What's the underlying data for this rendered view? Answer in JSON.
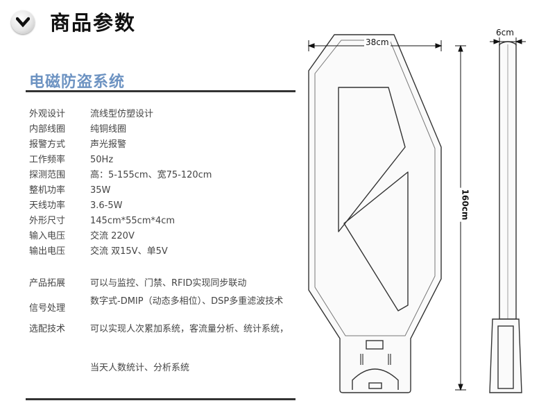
{
  "header": {
    "title": "商品参数",
    "icon": "chevron-down-icon"
  },
  "section": {
    "title": "电磁防盗系统"
  },
  "specs": [
    {
      "key": "外观设计",
      "value": "流线型仿塑设计"
    },
    {
      "key": "内部线圈",
      "value": "纯铜线圈"
    },
    {
      "key": "报警方式",
      "value": "声光报警"
    },
    {
      "key": "工作频率",
      "value": "50Hz"
    },
    {
      "key": "探测范围",
      "value": "高：5-155cm、宽75-120cm"
    },
    {
      "key": "整机功率",
      "value": "35W"
    },
    {
      "key": "天线功率",
      "value": "3.6-5W"
    },
    {
      "key": "外形尺寸",
      "value": "145cm*55cm*4cm"
    },
    {
      "key": "输入电压",
      "value": "交流 220V"
    },
    {
      "key": "输出电压",
      "value": "交流 双15V、单5V"
    }
  ],
  "extras": [
    {
      "key": "产品拓展",
      "value": "可以与监控、门禁、RFID实现同步联动"
    },
    {
      "key": "信号处理",
      "value": "数字式-DMIP（动态多相位）、DSP多重滤波技术"
    },
    {
      "key": "选配技术",
      "value": "可以实现人次累加系统，客流量分析、统计系统，"
    },
    {
      "key": "",
      "value": "当天人数统计、分析系统"
    }
  ],
  "dimensions": {
    "width": "38cm",
    "depth": "6cm",
    "height": "160cm"
  }
}
